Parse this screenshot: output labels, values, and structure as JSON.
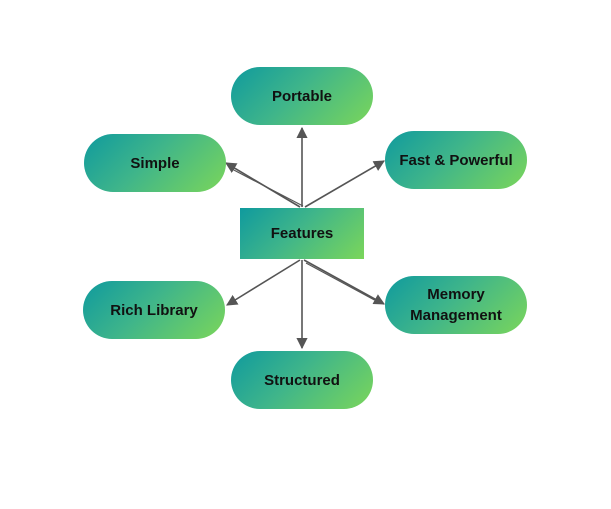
{
  "diagram": {
    "center": {
      "label": "Features"
    },
    "nodes": [
      {
        "id": "portable",
        "label": "Portable"
      },
      {
        "id": "simple",
        "label": "Simple"
      },
      {
        "id": "fast-powerful",
        "label": "Fast & Powerful"
      },
      {
        "id": "rich-library",
        "label": "Rich Library"
      },
      {
        "id": "memory-management",
        "label": "Memory\nManagement"
      },
      {
        "id": "structured",
        "label": "Structured"
      }
    ],
    "colors": {
      "gradient_start": "#0f9a9e",
      "gradient_end": "#7bd65a",
      "arrow": "#555555",
      "text": "#111111",
      "background": "#ffffff"
    }
  }
}
